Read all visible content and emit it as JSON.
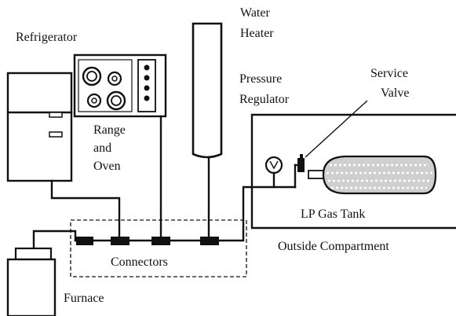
{
  "diagram": {
    "labels": {
      "refrigerator": "Refrigerator",
      "water_heater_1": "Water",
      "water_heater_2": "Heater",
      "range_1": "Range",
      "range_2": "and",
      "range_3": "Oven",
      "pressure_regulator_1": "Pressure",
      "pressure_regulator_2": "Regulator",
      "service_valve_1": "Service",
      "service_valve_2": "Valve",
      "lp_gas_tank": "LP Gas Tank",
      "outside_compartment": "Outside Compartment",
      "connectors": "Connectors",
      "furnace": "Furnace"
    }
  }
}
